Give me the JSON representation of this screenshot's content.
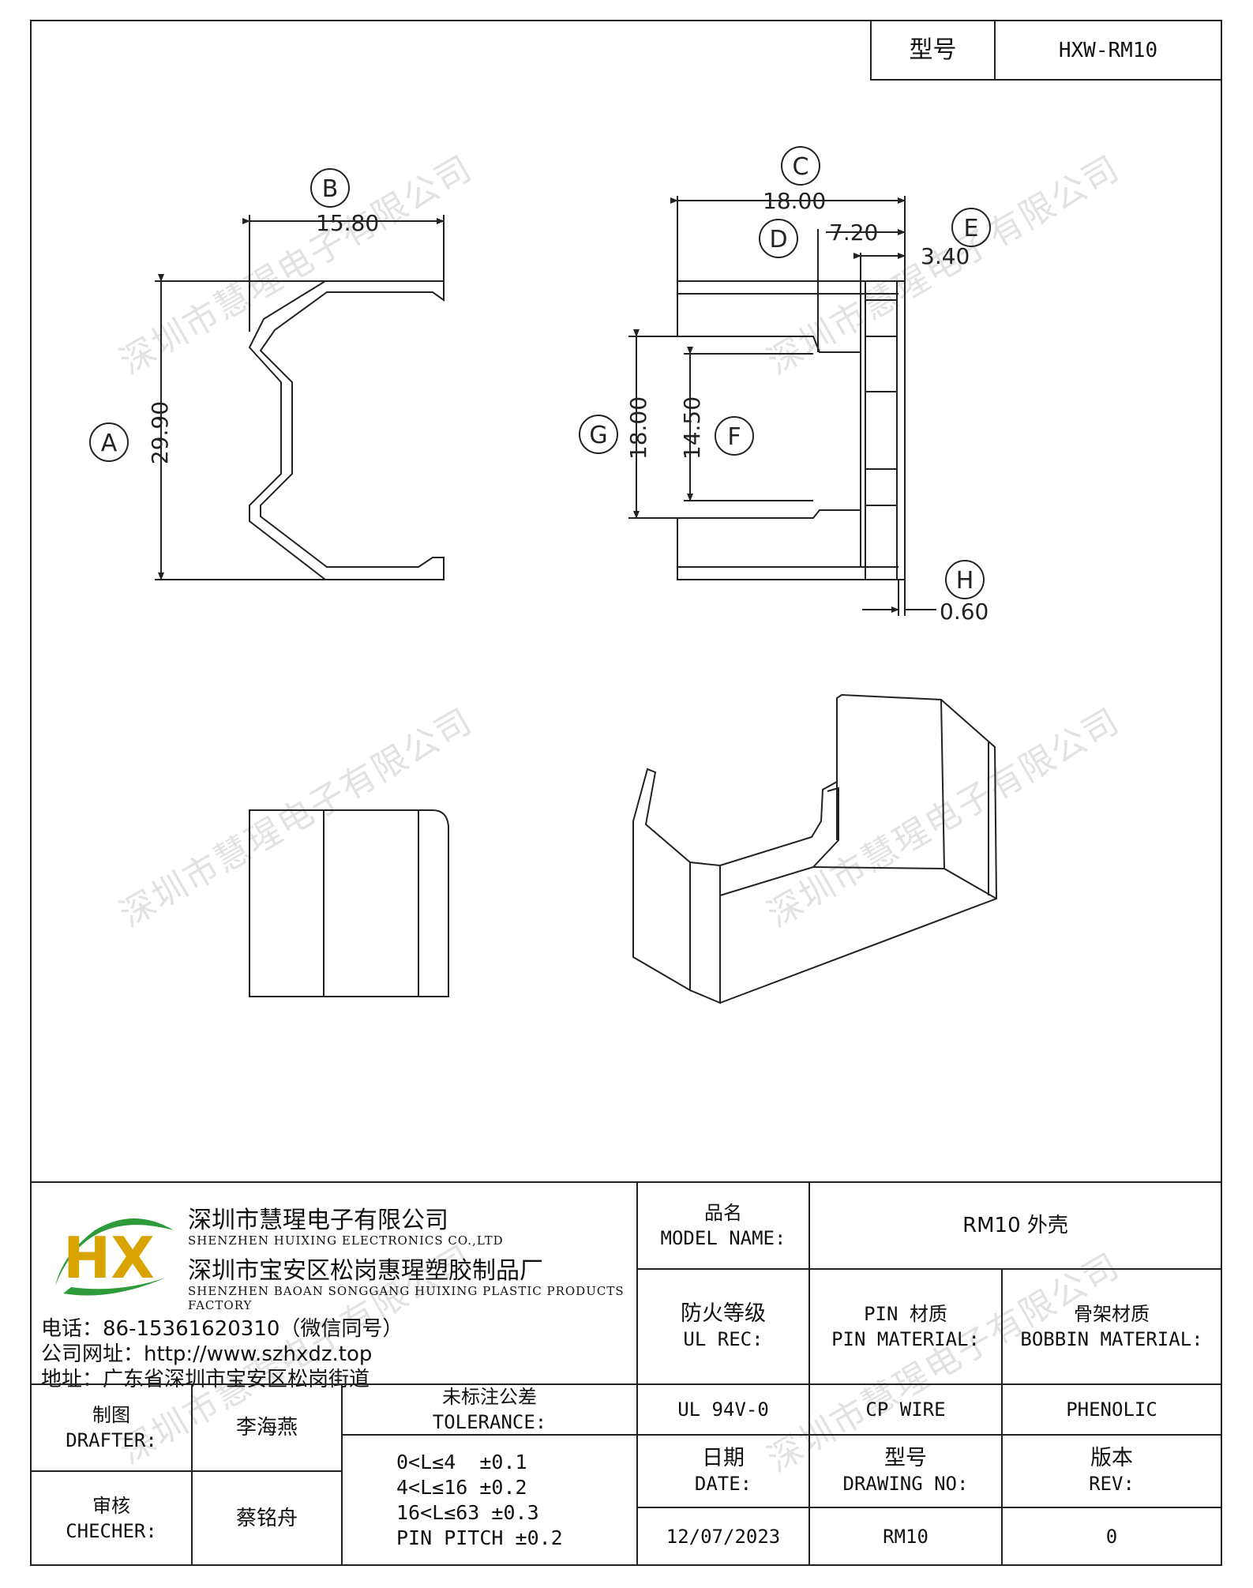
{
  "header": {
    "model_label": "型号",
    "model_value": "HXW-RM10"
  },
  "watermark": "深圳市慧瑆电子有限公司",
  "drawing": {
    "dims": {
      "A": {
        "letter": "A",
        "value": "29.90"
      },
      "B": {
        "letter": "B",
        "value": "15.80"
      },
      "C": {
        "letter": "C",
        "value": "18.00"
      },
      "D": {
        "letter": "D",
        "value": "7.20"
      },
      "E": {
        "letter": "E",
        "value": "3.40"
      },
      "F": {
        "letter": "F",
        "value": "14.50"
      },
      "G": {
        "letter": "G",
        "value": "18.00"
      },
      "H": {
        "letter": "H",
        "value": "0.60"
      }
    }
  },
  "company": {
    "logo_text": "HX",
    "name_cn": "深圳市慧瑆电子有限公司",
    "name_en": "SHENZHEN HUIXING ELECTRONICS CO.,LTD",
    "factory_cn": "深圳市宝安区松岗惠瑆塑胶制品厂",
    "factory_en": "SHENZHEN BAOAN SONGGANG HUIXING PLASTIC PRODUCTS FACTORY",
    "phone": "电话：86-15361620310（微信同号）",
    "website": "公司网址：http://www.szhxdz.top",
    "address": "地址：广东省深圳市宝安区松岗街道"
  },
  "titleblock": {
    "model_name_cn": "品名",
    "model_name_en": "MODEL NAME:",
    "model_name_value": "RM10 外壳",
    "ul_rec_cn": "防火等级",
    "ul_rec_en": "UL REC:",
    "ul_rec_value": "UL 94V-0",
    "pin_material_cn": "PIN 材质",
    "pin_material_en": "PIN MATERIAL:",
    "pin_material_value": "CP WIRE",
    "bobbin_material_cn": "骨架材质",
    "bobbin_material_en": "BOBBIN MATERIAL:",
    "bobbin_material_value": "PHENOLIC",
    "drafter_cn": "制图",
    "drafter_en": "DRAFTER:",
    "drafter_name": "李海燕",
    "checker_cn": "审核",
    "checker_en": "CHECHER:",
    "checker_name": "蔡铭舟",
    "tolerance_cn": "未标注公差",
    "tolerance_en": "TOLERANCE:",
    "tolerance_lines": [
      "0<L≤4  ±0.1",
      "4<L≤16 ±0.2",
      "16<L≤63 ±0.3",
      "PIN PITCH ±0.2"
    ],
    "date_cn": "日期",
    "date_en": "DATE:",
    "date_value": "12/07/2023",
    "drawing_no_cn": "型号",
    "drawing_no_en": "DRAWING NO:",
    "drawing_no_value": "RM10",
    "rev_cn": "版本",
    "rev_en": "REV:",
    "rev_value": "0"
  }
}
